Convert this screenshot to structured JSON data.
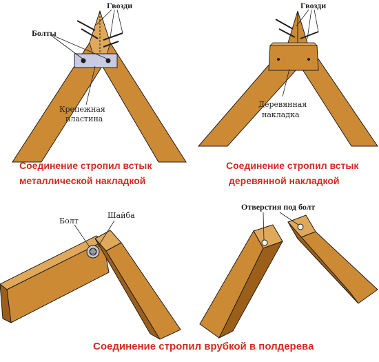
{
  "colors": {
    "wood": "#cc8a35",
    "wood_dark": "#9c5f1a",
    "wood_light": "#e0a85a",
    "plate": "#c9cbe3",
    "caption": "#d62a20",
    "line": "#1e1e1e"
  },
  "panel_metal": {
    "nails_label": "Гвозди",
    "bolts_label": "Болты",
    "plate_label_line1": "Крепежная",
    "plate_label_line2": "пластина",
    "caption_line1": "Соединение стропил встык",
    "caption_line2": "металлической накладкой"
  },
  "panel_wood": {
    "nails_label": "Гвозди",
    "pad_label_line1": "Деревянная",
    "pad_label_line2": "накладка",
    "caption_line1": "Соединение стропил встык",
    "caption_line2": "деревянной накладкой"
  },
  "panel_bolt": {
    "bolt_label": "Болт",
    "washer_label": "Шайба"
  },
  "panel_holes": {
    "holes_label": "Отверстия под болт"
  },
  "bottom_caption": "Соединение стропил врубкой в полдерева"
}
